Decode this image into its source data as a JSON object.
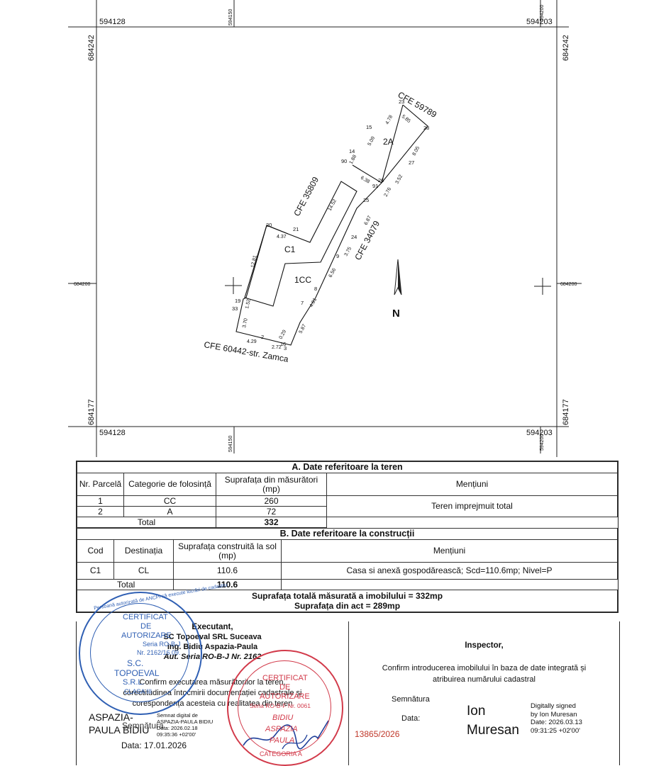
{
  "plan": {
    "coords": {
      "top_left_x": "594128",
      "top_right_x": "594203",
      "bottom_left_x": "594128",
      "bottom_right_x": "594203",
      "top_mid_x": "594150",
      "bottom_mid_x": "594150",
      "top_right_vertical_x": "594200",
      "bottom_right_vertical_x": "594200",
      "left_top_y": "684242",
      "right_top_y": "684242",
      "left_bottom_y": "684177",
      "right_bottom_y": "684177",
      "left_mid_y": "684200",
      "right_mid_y": "684200"
    },
    "parcel_labels": {
      "c1": "C1",
      "cc": "1CC",
      "a2": "2A"
    },
    "neighbors": {
      "n1": "CFE 59789",
      "n2": "CFE 35809",
      "n3": "CFE 34079",
      "n4": "CFE 60442-str. Zamca"
    },
    "north": "N",
    "points": [
      "23",
      "28",
      "15",
      "14",
      "90",
      "26",
      "91",
      "27",
      "25",
      "20",
      "21",
      "24",
      "9",
      "8",
      "19",
      "33",
      "2",
      "16",
      "3",
      "7"
    ],
    "distances": [
      "4.78",
      "5.85",
      "5.09",
      "8.05",
      "1.88",
      "6.38",
      "3.52",
      "2.76",
      "14.52",
      "6.87",
      "4.37",
      "12.81",
      "3.75",
      "6.56",
      "4.81",
      "1.52",
      "3.70",
      "4.29",
      "2.72",
      "0.29",
      "5.87"
    ]
  },
  "table_a": {
    "title": "A. Date referitoare la teren",
    "col_nr": "Nr. Parcelă",
    "col_cat": "Categorie de folosință",
    "col_surf": "Suprafața din măsurători (mp)",
    "col_ment": "Mențiuni",
    "rows": [
      {
        "nr": "1",
        "cat": "CC",
        "surf": "260"
      },
      {
        "nr": "2",
        "cat": "A",
        "surf": "72"
      }
    ],
    "mentiuni": "Teren imprejmuit total",
    "total_label": "Total",
    "total_value": "332"
  },
  "table_b": {
    "title": "B. Date referitoare la construcții",
    "col_cod": "Cod",
    "col_dest": "Destinația",
    "col_surf": "Suprafața construită la sol (mp)",
    "col_ment": "Mențiuni",
    "row": {
      "cod": "C1",
      "dest": "CL",
      "surf": "110.6",
      "ment": "Casa si anexă gospodărească; Scd=110.6mp; Nivel=P"
    },
    "total_label": "Total",
    "total_value": "110.6"
  },
  "summary": {
    "line1": "Suprafața totală măsurată a imobilului = 332mp",
    "line2": "Suprafața din act = 289mp"
  },
  "executant": {
    "heading": "Executant,",
    "company": "SC Topoeval SRL Suceava",
    "engineer": "ing. Bidiu Aspazia-Paula",
    "auth": "Aut. Seria RO-B-J Nr. 2162",
    "confirm1": "Confirm executarea măsurătorilor la teren,",
    "confirm2": "corectitudinea întocmirii documentației cadastrale și",
    "confirm3": "corespondența acesteia cu realitatea din teren",
    "signer_line1": "ASPAZIA-",
    "signer_line2": "PAULA BIDIU",
    "sign_label": "Semnătura",
    "digital1": "Semnat digital de",
    "digital2": "ASPAZIA-PAULA BIDIU",
    "digital3": "Data: 2026.02.18",
    "digital4": "09:35:36 +02'00'",
    "date_label": "Data: 17.01.2026"
  },
  "inspector": {
    "heading": "Inspector,",
    "confirm1": "Confirm introducerea imobilului în baza de date integrată și",
    "confirm2": "atribuirea numărului cadastral",
    "sign_label": "Semnătura",
    "date_label": "Data:",
    "date_value": "13865/2026",
    "name1": "Ion",
    "name2": "Muresan",
    "digital1": "Digitally signed",
    "digital2": "by Ion Muresan",
    "digital3": "Date: 2026.03.13",
    "digital4": "09:31:25 +02'00'"
  },
  "stamps": {
    "blue": {
      "ring_top": "Persoană autorizată de ANCPI să execute lucrări de cadastru",
      "line1": "CERTIFICAT",
      "line2": "DE",
      "line3": "AUTORIZARE",
      "line4": "Seria RO-B-J",
      "line5": "Nr. 2162/16.09.",
      "line6": "S.C.",
      "line7": "TOPOEVAL",
      "line8": "S.R.L.",
      "line9": "CLASA III"
    },
    "red": {
      "line1": "CERTIFICAT",
      "line2": "DE",
      "line3": "AUTORIZARE",
      "line4": "Seria RO-B-F Nr. 0061",
      "line5": "BIDIU",
      "line6": "ASPAZIA",
      "line7": "PAULA",
      "line8": "CATEGORIA A"
    }
  },
  "colors": {
    "blue_stamp": "#2f5fb3",
    "red_stamp": "#d23a4a",
    "red_text": "#c0392b"
  }
}
